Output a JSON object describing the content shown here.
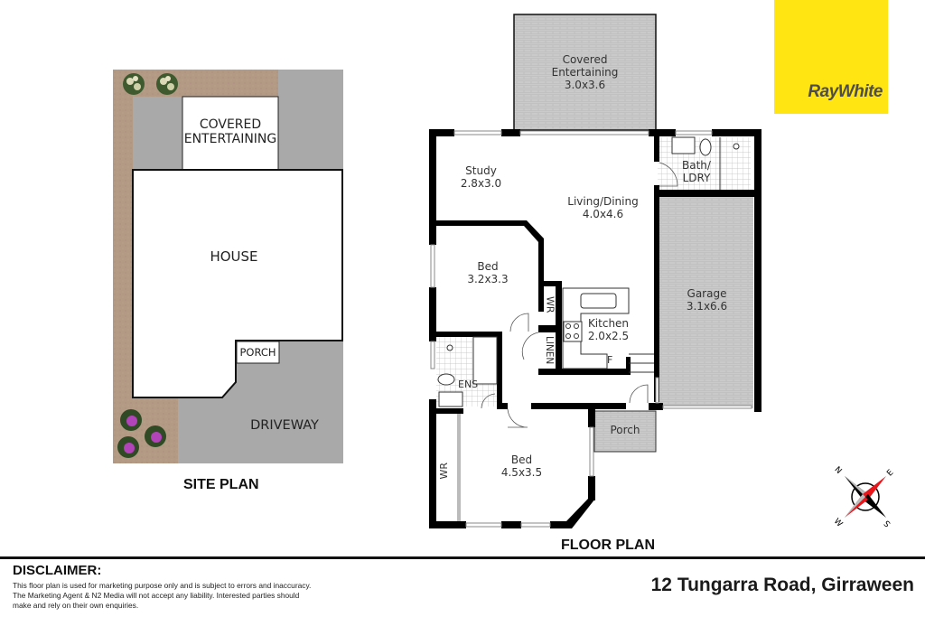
{
  "brand": {
    "name": "RayWhite",
    "color": "#FFE512",
    "text_color": "#4D4D4F"
  },
  "site_plan": {
    "title": "SITE PLAN",
    "labels": {
      "covered_entertaining_line1": "COVERED",
      "covered_entertaining_line2": "ENTERTAINING",
      "house": "HOUSE",
      "porch": "PORCH",
      "driveway": "DRIVEWAY"
    },
    "colors": {
      "garden": "#B39A85",
      "paving": "#A9A9A9",
      "building": "#FFFFFF"
    }
  },
  "floor_plan": {
    "title": "FLOOR PLAN",
    "rooms": {
      "covered_entertaining": {
        "name_line1": "Covered",
        "name_line2": "Entertaining",
        "size": "3.0x3.6"
      },
      "study": {
        "name": "Study",
        "size": "2.8x3.0"
      },
      "living_dining": {
        "name": "Living/Dining",
        "size": "4.0x4.6"
      },
      "bath_ldry": {
        "name_line1": "Bath/",
        "name_line2": "LDRY"
      },
      "bed2": {
        "name": "Bed",
        "size": "3.2x3.3"
      },
      "garage": {
        "name": "Garage",
        "size": "3.1x6.6"
      },
      "kitchen": {
        "name": "Kitchen",
        "size": "2.0x2.5"
      },
      "wr_small": {
        "name": "WR"
      },
      "linen": {
        "name": "LINEN"
      },
      "fridge": {
        "name": "F"
      },
      "ensuite": {
        "name": "ENS"
      },
      "porch": {
        "name": "Porch"
      },
      "bed1": {
        "name": "Bed",
        "size": "4.5x3.5"
      },
      "wr_bed1": {
        "name": "WR"
      }
    },
    "colors": {
      "wall": "#000000",
      "paved_fill": "#C8C8C8",
      "tile_line": "#BDBDBD"
    }
  },
  "compass": {
    "n": "N",
    "e": "E",
    "s": "S",
    "w": "W",
    "accent": "#E8161B"
  },
  "footer": {
    "disclaimer_title": "DISCLAIMER:",
    "disclaimer_line1": "This floor plan is used for marketing purpose only and is subject to errors and inaccuracy.",
    "disclaimer_line2": "The Marketing Agent & N2 Media will not accept any liability. Interested parties should",
    "disclaimer_line3": "make and rely on their own enquiries.",
    "address": "12 Tungarra Road, Girraween"
  }
}
